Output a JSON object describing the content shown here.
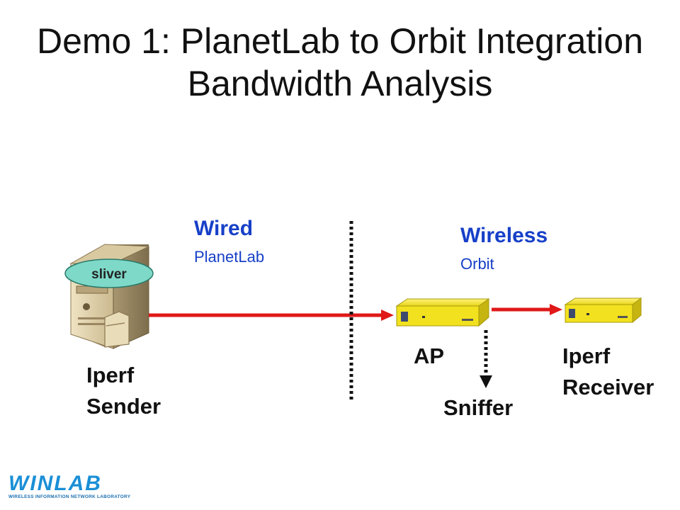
{
  "title": {
    "line1": "Demo 1: PlanetLab to Orbit Integration",
    "line2": "Bandwidth Analysis"
  },
  "wired": {
    "heading": "Wired",
    "sub": "PlanetLab"
  },
  "wireless": {
    "heading": "Wireless",
    "sub": "Orbit"
  },
  "sender": {
    "badge": "sliver",
    "line1": "Iperf",
    "line2": "Sender",
    "icon": "server-icon"
  },
  "ap": {
    "label": "AP",
    "icon": "access-point-icon"
  },
  "receiver": {
    "line1": "Iperf",
    "line2": "Receiver",
    "icon": "router-icon"
  },
  "sniffer": {
    "label": "Sniffer"
  },
  "logo": {
    "name": "WINLAB",
    "tagline": "WIRELESS INFORMATION NETWORK LABORATORY"
  },
  "colors": {
    "link": "#e01818",
    "accent": "#1740c8",
    "device": "#f2e11e",
    "badge": "#7fd9c8"
  }
}
